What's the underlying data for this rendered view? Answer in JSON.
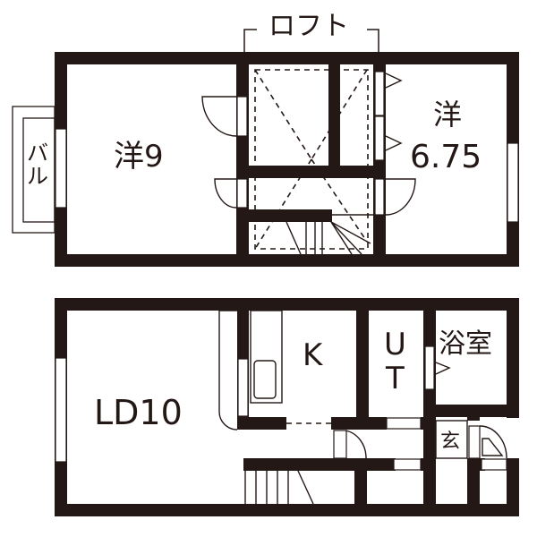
{
  "floor_plan": {
    "colors": {
      "wall": "#231815",
      "background": "#ffffff"
    },
    "upper_floor": {
      "loft_label": "ロフト",
      "balcony_label": "バル",
      "rooms": [
        {
          "id": "western-9",
          "label": "洋9"
        },
        {
          "id": "western-675",
          "label_line1": "洋",
          "label_line2": "6.75"
        }
      ]
    },
    "lower_floor": {
      "rooms": [
        {
          "id": "ld",
          "label": "LD10"
        },
        {
          "id": "kitchen",
          "label": "K"
        },
        {
          "id": "utility",
          "label_line1": "U",
          "label_line2": "T"
        },
        {
          "id": "bath",
          "label": "浴室"
        },
        {
          "id": "entrance",
          "label": "玄"
        }
      ]
    }
  }
}
